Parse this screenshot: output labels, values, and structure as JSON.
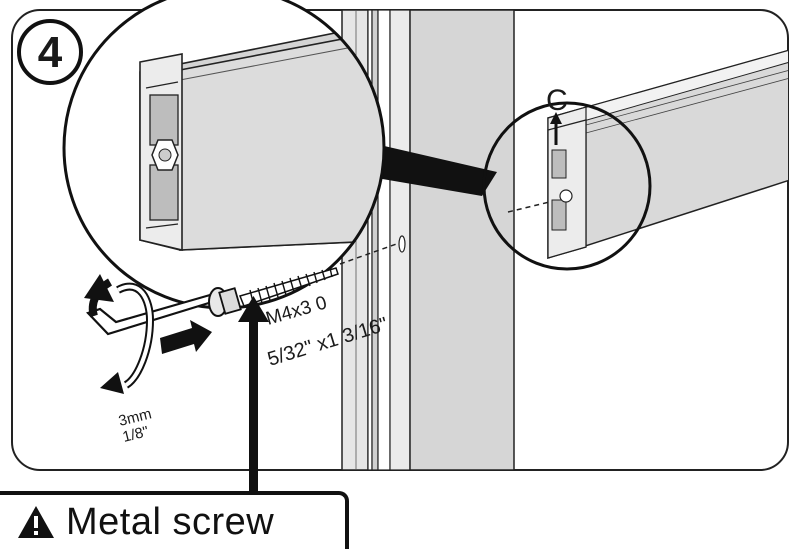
{
  "step": {
    "number": "4"
  },
  "detail": {
    "callout_label": "C"
  },
  "screw": {
    "size_metric": "M4x3 0",
    "size_imperial": "5/32\" x1 3/16\""
  },
  "tool": {
    "size_metric": "3mm",
    "size_imperial": "1/8\""
  },
  "warning": {
    "text": "Metal screw"
  },
  "colors": {
    "ink": "#111111",
    "panel_gray": "#d9d9d9",
    "post_gray": "#c8c8c8",
    "rail_light": "#f2f2f2"
  }
}
